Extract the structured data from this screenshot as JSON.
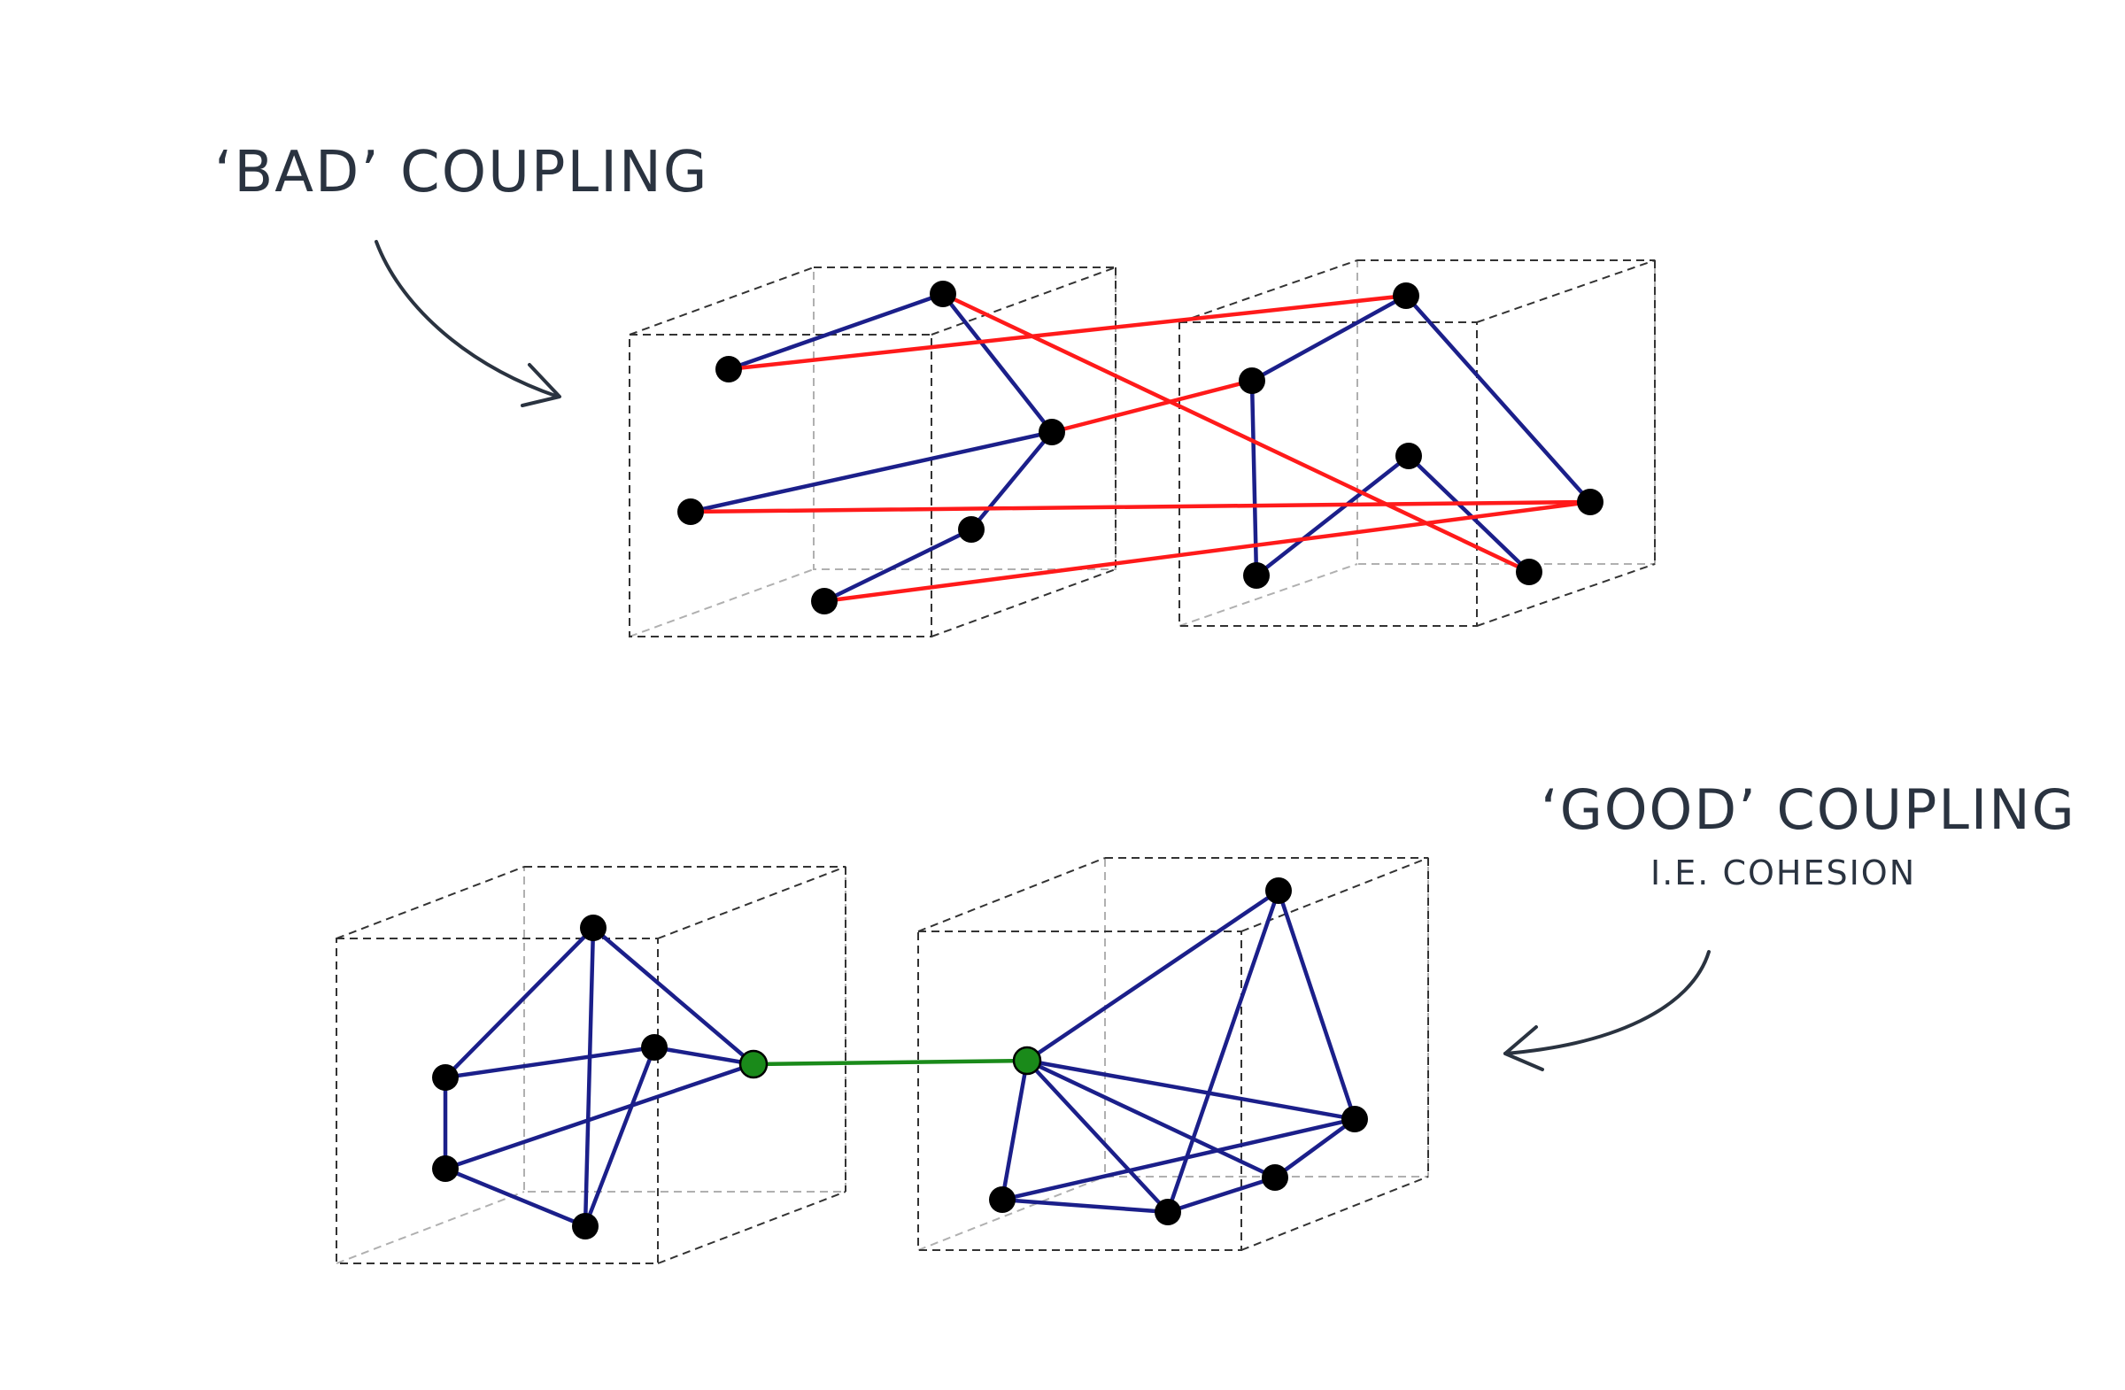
{
  "labels": {
    "bad": "‘BAD’ COUPLING",
    "good": "‘GOOD’ COUPLING",
    "good_sub": "I.E. COHESION"
  },
  "colors": {
    "text": "#2a3340",
    "internal_edge": "#1b1f8a",
    "cross_edge_bad": "#ff1a1a",
    "cross_edge_good": "#1a8a1a",
    "node": "#000000",
    "interface_node": "#1a8a1a",
    "box_front": "#333333",
    "box_back": "#b0b0b0"
  },
  "icons": [
    "arrow-to-bad-diagram-icon",
    "arrow-to-good-diagram-icon"
  ]
}
